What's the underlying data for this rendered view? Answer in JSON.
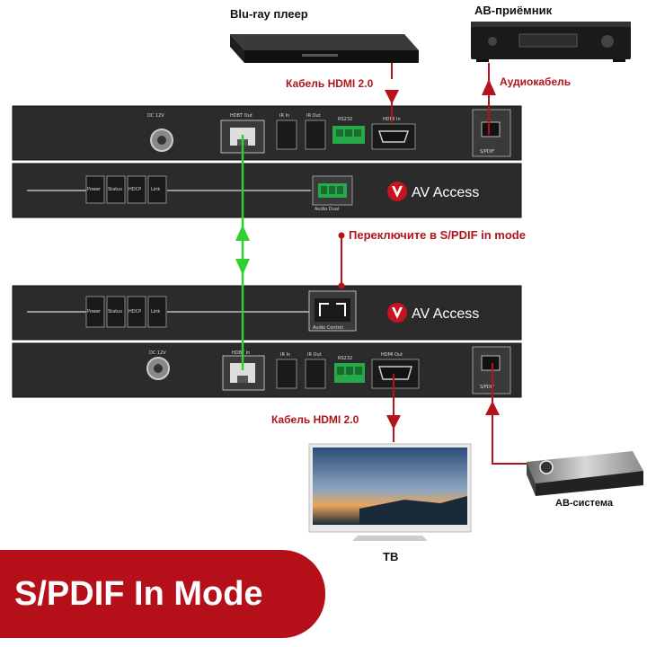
{
  "devices": {
    "bluray": "Blu-ray плеер",
    "av_receiver": "АВ-приёмник",
    "tv": "ТВ",
    "av_system": "АВ-система"
  },
  "cables": {
    "hdmi_top": "Кабель HDMI 2.0",
    "audio": "Аудиокабель",
    "hdmi_bottom": "Кабель HDMI 2.0"
  },
  "instruction": "Переключите в S/PDIF in mode",
  "brand": "AV Access",
  "panel_labels": {
    "dc": "DC 12V",
    "hdbt_out": "HDBT Out",
    "hdbt_in": "HDBT In",
    "ir_in": "IR In",
    "ir_out": "IR Out",
    "rs232": "RS232",
    "hdmi_in": "HDMI In",
    "hdmi_out": "HDMI Out",
    "spdif": "S/PDIF",
    "power": "Power",
    "status": "Status",
    "hdcp": "HDCP",
    "link": "Link",
    "audio_dual": "Audio Dual",
    "audio_control": "Audio Control"
  },
  "banner": "S/PDIF In Mode",
  "colors": {
    "accent_red": "#b5101a",
    "link_green": "#2fd12f",
    "panel": "#2b2b2b"
  }
}
